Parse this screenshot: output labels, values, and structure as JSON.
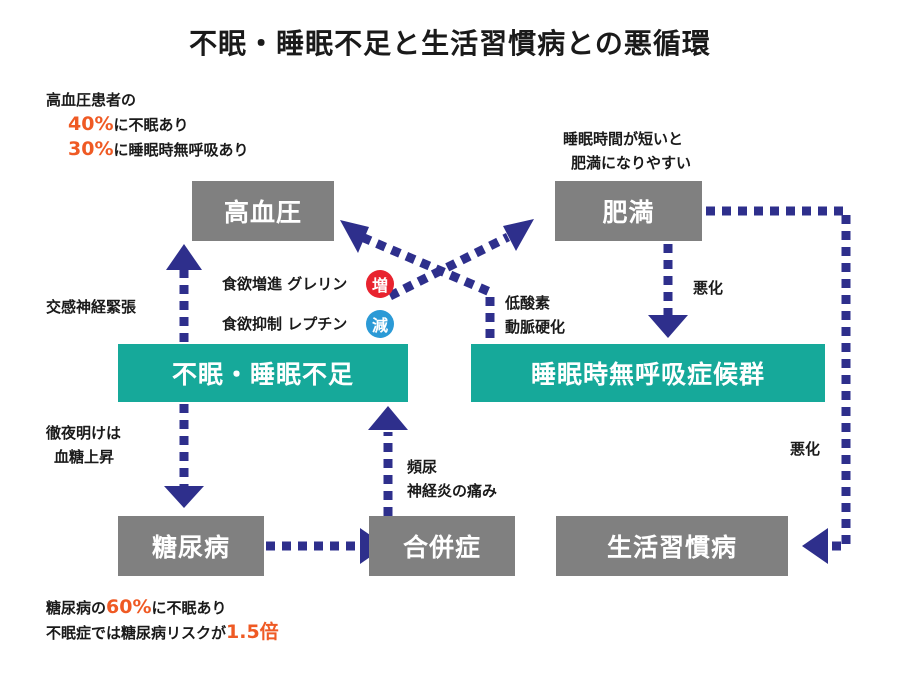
{
  "title": "不眠・睡眠不足と生活習慣病との悪循環",
  "nodes": {
    "hypertension": "高血圧",
    "obesity": "肥満",
    "insomnia": "不眠・睡眠不足",
    "sleep_apnea": "睡眠時無呼吸症候群",
    "diabetes": "糖尿病",
    "complications": "合併症",
    "lifestyle_disease": "生活習慣病"
  },
  "notes": {
    "hypertension_header": "高血圧患者の",
    "ht_pct1": "40%",
    "ht_text1": "に不眠あり",
    "ht_pct2": "30%",
    "ht_text2": "に睡眠時無呼吸あり",
    "obesity_line1": "睡眠時間が短いと",
    "obesity_line2": "肥満になりやすい",
    "ghrelin": "食欲増進 グレリン",
    "ghrelin_badge": "増",
    "leptin": "食欲抑制 レプチン",
    "leptin_badge": "減",
    "sympathetic": "交感神経緊張",
    "hypoxia_line1": "低酸素",
    "hypoxia_line2": "動脈硬化",
    "worsen1": "悪化",
    "worsen2": "悪化",
    "night_line1": "徹夜明けは",
    "night_line2": "血糖上昇",
    "urination_line1": "頻尿",
    "urination_line2": "神経炎の痛み",
    "dm_text1": "糖尿病の",
    "dm_pct": "60%",
    "dm_text2": "に不眠あり",
    "dm_text3": "不眠症では糖尿病リスクが",
    "dm_risk": "1.5倍"
  },
  "colors": {
    "gray_box": "#808080",
    "teal_box": "#16a99a",
    "arrow": "#2e2f8c",
    "highlight": "#ef5a24",
    "increase_badge": "#e8232f",
    "decrease_badge": "#2b9ad6"
  }
}
